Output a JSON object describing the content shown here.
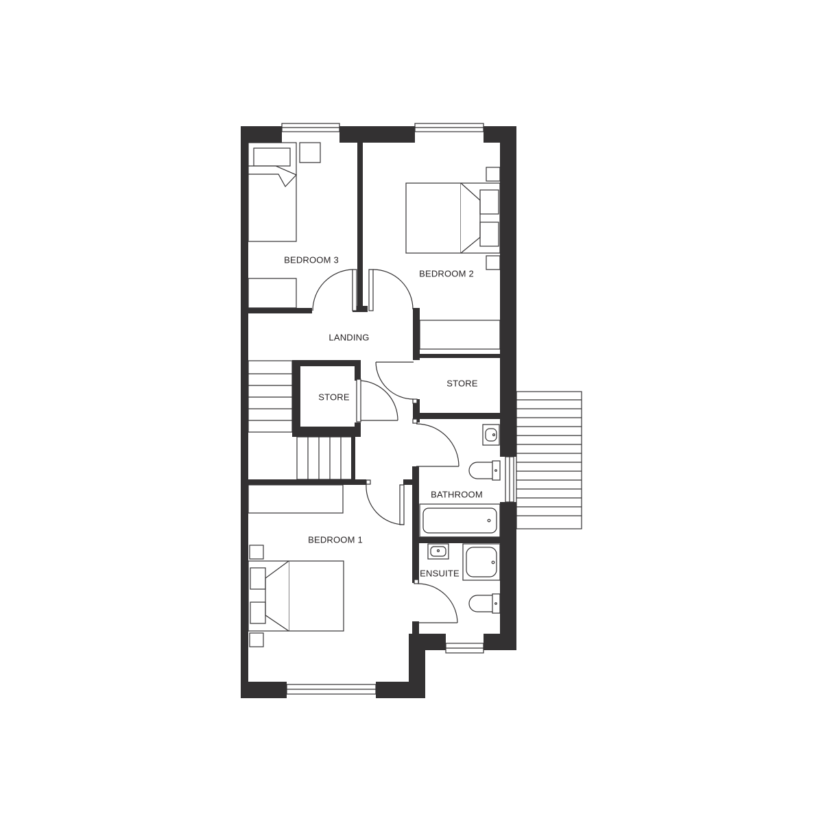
{
  "rooms": {
    "bedroom3": "BEDROOM 3",
    "bedroom2": "BEDROOM 2",
    "landing": "LANDING",
    "store_left": "STORE",
    "store_right": "STORE",
    "bathroom": "BATHROOM",
    "bedroom1": "BEDROOM 1",
    "ensuite": "ENSUITE"
  },
  "colors": {
    "wall": "#333132",
    "line": "#333132",
    "background": "#ffffff"
  }
}
